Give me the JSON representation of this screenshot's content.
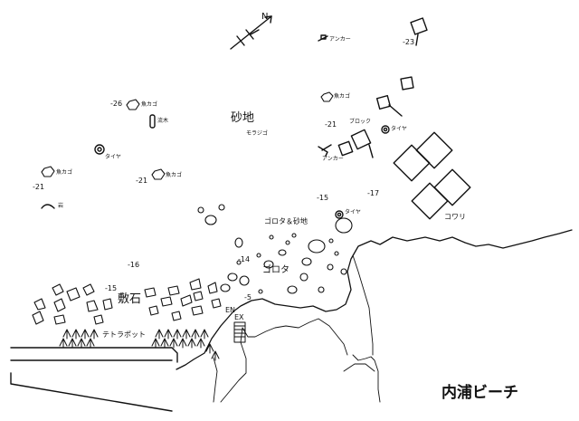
{
  "map": {
    "title": "内浦ビーチ",
    "north": "N",
    "entry_exit": {
      "entry": "EN",
      "exit": "EX"
    },
    "depths": {
      "d_23": "-23",
      "d_26": "-26",
      "d_21_left": "-21",
      "d_21_mid": "-21",
      "d_21_right": "-21",
      "d_15_center": "-15",
      "d_17": "-17",
      "d_16": "-16",
      "d_15_left": "-15",
      "d_14": "-14",
      "d_5": "-5"
    },
    "labels": {
      "anchor_top": "アンカー",
      "anchor_mid": "アンカー",
      "fish_cage_26": "魚カゴ",
      "fish_cage_left": "魚カゴ",
      "fish_cage_mid": "魚カゴ",
      "fish_cage_right": "魚カゴ",
      "driftwood": "流木",
      "sand_main": "砂地",
      "moraiza": "モラジゴ",
      "tire_left": "タイヤ",
      "tire_right": "タイヤ",
      "tire_center": "タイヤ",
      "block": "ブロック",
      "rock_small": "岩",
      "gorota_sand": "ゴロタ＆砂地",
      "gorota": "ゴロタ",
      "shikiishi": "敷石",
      "tetrapod": "テトラポット",
      "kowari": "コワリ"
    }
  }
}
